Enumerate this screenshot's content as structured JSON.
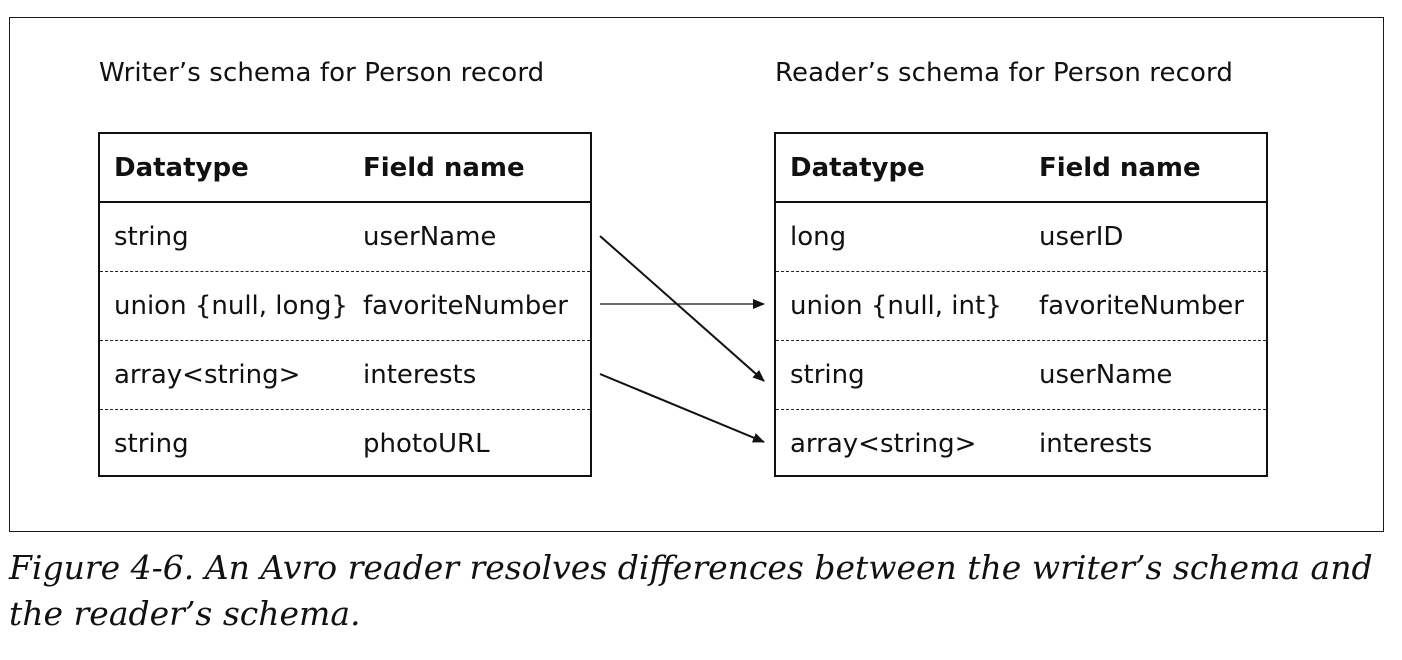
{
  "writer": {
    "title": "Writer’s schema for Person record",
    "headers": {
      "type": "Datatype",
      "field": "Field name"
    },
    "rows": [
      {
        "type": "string",
        "field": "userName"
      },
      {
        "type": "union {null, long}",
        "field": "favoriteNumber"
      },
      {
        "type": "array<string>",
        "field": "interests"
      },
      {
        "type": "string",
        "field": "photoURL"
      }
    ]
  },
  "reader": {
    "title": "Reader’s schema for Person record",
    "headers": {
      "type": "Datatype",
      "field": "Field name"
    },
    "rows": [
      {
        "type": "long",
        "field": "userID"
      },
      {
        "type": "union {null, int}",
        "field": "favoriteNumber"
      },
      {
        "type": "string",
        "field": "userName"
      },
      {
        "type": "array<string>",
        "field": "interests"
      }
    ]
  },
  "mappings": [
    {
      "from": "userName",
      "to": "userName"
    },
    {
      "from": "favoriteNumber",
      "to": "favoriteNumber"
    },
    {
      "from": "interests",
      "to": "interests"
    }
  ],
  "caption": "Figure 4-6. An Avro reader resolves differences between the writer’s schema and the reader’s schema."
}
